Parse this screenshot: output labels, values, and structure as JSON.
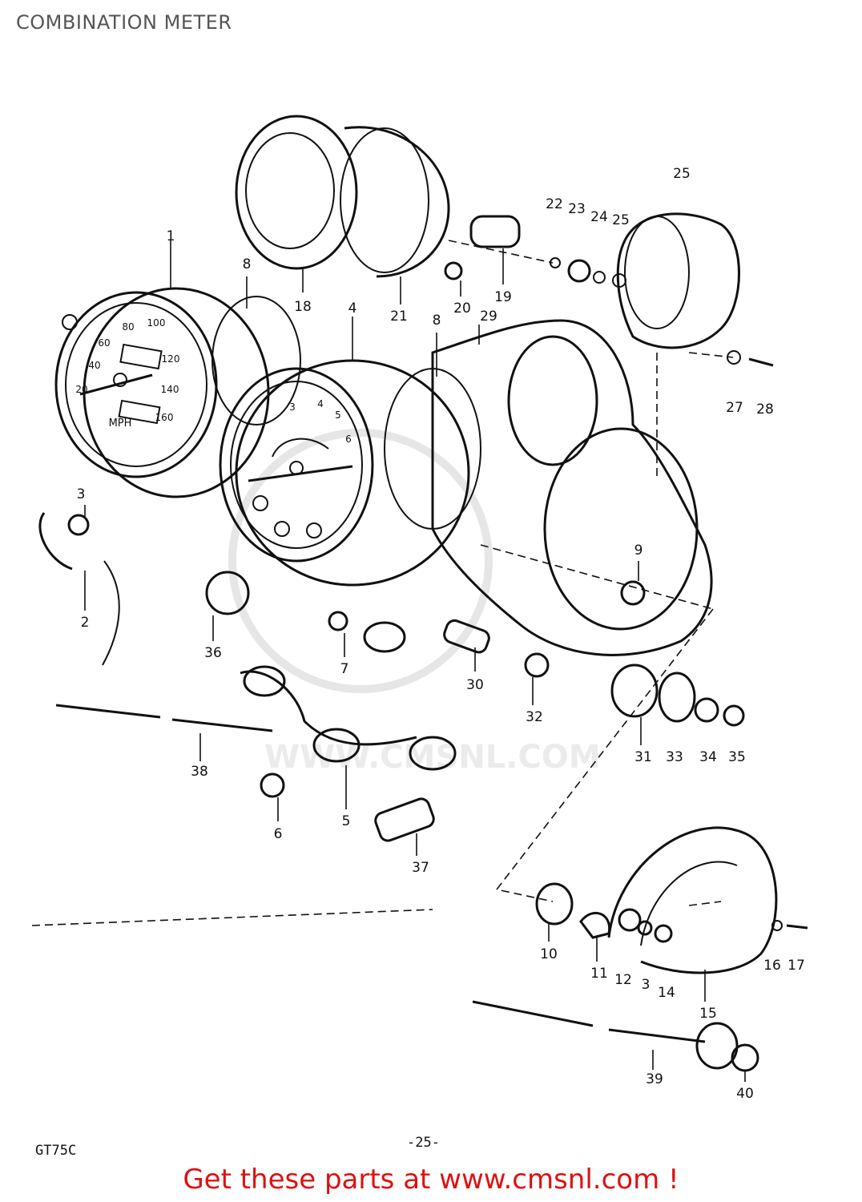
{
  "header": {
    "title": "COMBINATION METER"
  },
  "diagram": {
    "callouts": [
      "1",
      "2",
      "3",
      "4",
      "5",
      "6",
      "7",
      "8",
      "8",
      "9",
      "10",
      "11",
      "12",
      "3",
      "14",
      "15",
      "16",
      "17",
      "18",
      "19",
      "20",
      "21",
      "22",
      "23",
      "24",
      "25",
      "25",
      "27",
      "28",
      "29",
      "30",
      "31",
      "32",
      "33",
      "34",
      "35",
      "36",
      "37",
      "38",
      "39",
      "40"
    ],
    "speedometer_face": {
      "unit": "MPH",
      "scale": [
        "20",
        "40",
        "60",
        "80",
        "100",
        "120",
        "140",
        "160"
      ]
    },
    "tachometer_face": {
      "scale": [
        "3",
        "4",
        "5",
        "6"
      ]
    }
  },
  "watermark": {
    "text": "WWW.CMSNL.COM"
  },
  "footer": {
    "model_code": "GT75C",
    "page_number": "-25-"
  },
  "banner": {
    "text": "Get these parts at www.cmsnl.com !",
    "color": "#e01010"
  }
}
